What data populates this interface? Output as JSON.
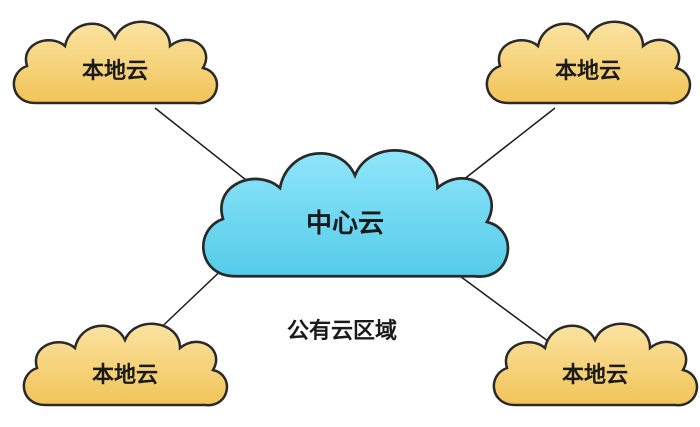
{
  "diagram": {
    "center": {
      "label": "中心云",
      "color": "#6fd8f2"
    },
    "region_label": "公有云区域",
    "local_clouds": [
      {
        "label": "本地云"
      },
      {
        "label": "本地云"
      },
      {
        "label": "本地云"
      },
      {
        "label": "本地云"
      }
    ],
    "local_color": "#f7d27a",
    "edge_color": "#1a1a1a"
  }
}
